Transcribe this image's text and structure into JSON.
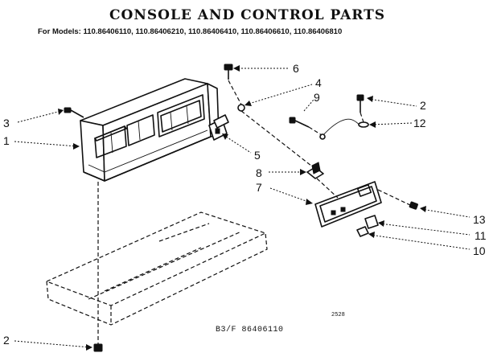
{
  "header": {
    "title": "CONSOLE AND CONTROL PARTS",
    "models": "For Models: 110.86406110, 110.86406210, 110.86406410, 110.86406610, 110.86406810"
  },
  "callouts": [
    "6",
    "4",
    "9",
    "2",
    "12",
    "3",
    "1",
    "5",
    "8",
    "7",
    "13",
    "11",
    "10",
    "2"
  ],
  "diagram_code": "2528",
  "footer": "B3/F 86406110"
}
